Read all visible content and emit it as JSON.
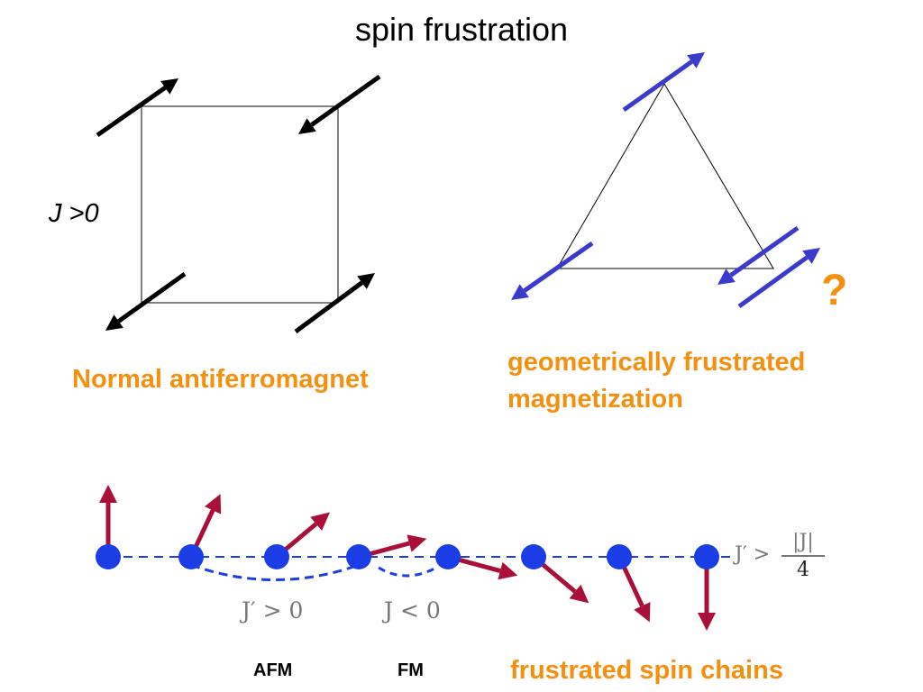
{
  "title": "spin frustration",
  "square": {
    "coupling_label": "J >0",
    "caption": "Normal antiferromagnet",
    "arrow_color": "#000000"
  },
  "triangle": {
    "caption": "geometrically frustrated magnetization",
    "question_mark": "?",
    "arrow_color": "#3a3acc"
  },
  "chain": {
    "caption": "frustrated spin chains",
    "afm_label": "AFM",
    "fm_label": "FM",
    "coupling_afm": "J′ > 0",
    "coupling_fm": "J < 0",
    "condition_lhs": "J′ >",
    "condition_num": "|J|",
    "condition_den": "4",
    "site_color": "#1a3de6",
    "spin_color": "#aa0f3a",
    "spin_angles_deg": [
      0,
      25,
      50,
      75,
      105,
      130,
      155,
      180
    ]
  },
  "colors": {
    "caption_orange": "#f5900f"
  }
}
